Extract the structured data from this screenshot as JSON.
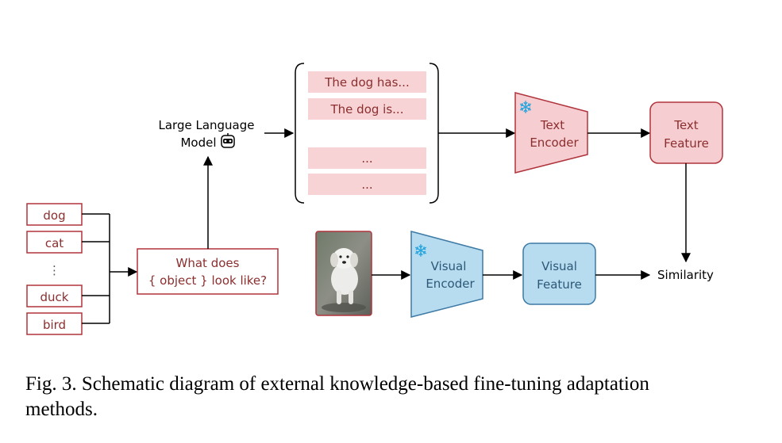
{
  "classes": [
    "dog",
    "cat",
    "⋮",
    "duck",
    "bird"
  ],
  "prompt_box": {
    "line1": "What does",
    "line2": "{ object } look like?"
  },
  "llm": {
    "line1": "Large Language",
    "line2": "Model"
  },
  "descriptions": [
    "The dog has...",
    "The dog is...",
    "...",
    "..."
  ],
  "text_encoder": {
    "line1": "Text",
    "line2": "Encoder"
  },
  "text_feature": {
    "line1": "Text",
    "line2": "Feature"
  },
  "visual_encoder": {
    "line1": "Visual",
    "line2": "Encoder"
  },
  "visual_feature": {
    "line1": "Visual",
    "line2": "Feature"
  },
  "similarity": "Similarity",
  "caption": {
    "line1": "Fig. 3.  Schematic diagram of external knowledge-based fine-tuning adaptation",
    "line2": "methods."
  },
  "icons": {
    "frozen": "snowflake-icon",
    "robot": "robot-icon",
    "photo": "dog-photo"
  },
  "colors": {
    "red_border": "#b0343c",
    "red_text": "#8b2e2e",
    "pink_fill": "#f6cdd1",
    "pink_box": "#f7d3d6",
    "blue_fill": "#b8dcef",
    "blue_border": "#3d7aa6",
    "snowflake": "#2aa6de"
  }
}
